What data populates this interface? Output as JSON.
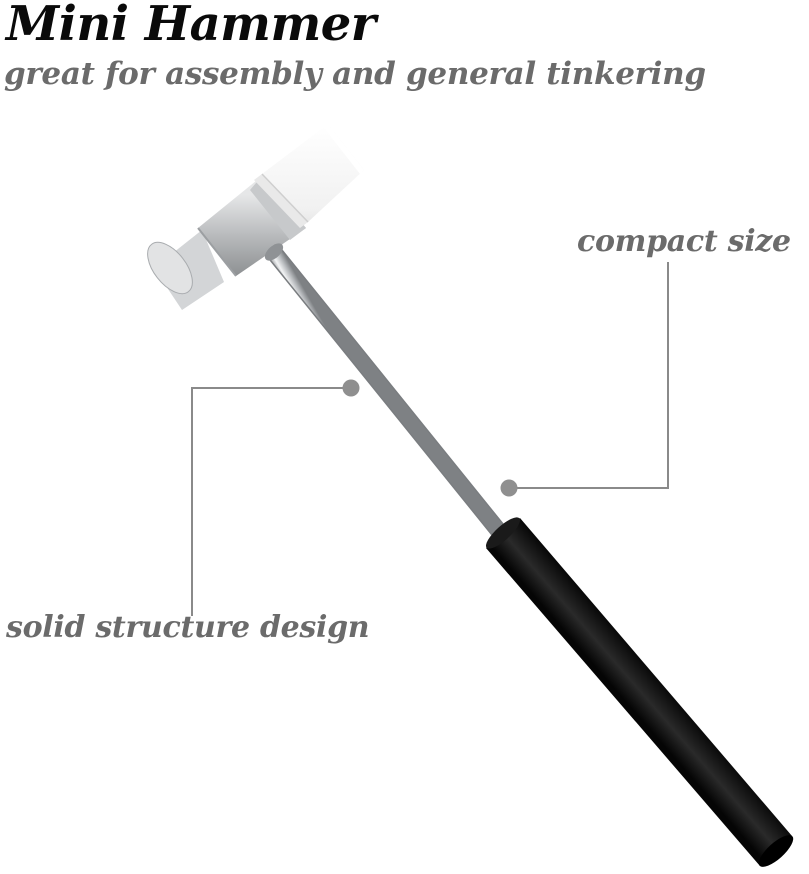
{
  "header": {
    "title": "Mini Hammer",
    "subtitle": "great for assembly and general tinkering"
  },
  "callouts": {
    "compact": "compact size",
    "solid": "solid structure design"
  },
  "colors": {
    "title": "#0a0a0a",
    "label": "#6b6b6b",
    "leader_line": "#8a8a8a",
    "dot": "#8f8f8f",
    "grip": "#0e0e0e",
    "nylon_face": "#f4f4f4",
    "metal": "#c2c4c6"
  },
  "icons": {
    "hammer": "hammer-illustration"
  }
}
